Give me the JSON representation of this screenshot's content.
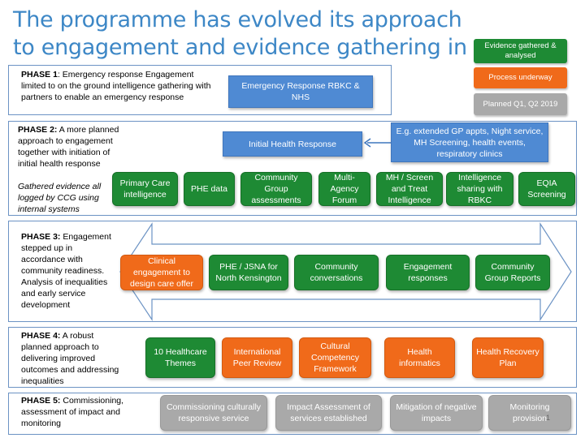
{
  "title": "The programme has evolved its approach to engagement and evidence gathering in a phased approach",
  "legend": {
    "gathered": "Evidence gathered & analysed",
    "underway": "Process underway",
    "planned": "Planned Q1, Q2 2019"
  },
  "colors": {
    "green": "#1e8a34",
    "orange": "#f06a1a",
    "blue": "#4f8ad3",
    "grey": "#a9a9a9",
    "title": "#3d87c6"
  },
  "phase1": {
    "label": "PHASE 1",
    "text": ": Emergency response Engagement limited to on the ground intelligence gathering with partners to enable an emergency response",
    "box": "Emergency Response RBKC & NHS"
  },
  "phase2": {
    "label": "PHASE 2:",
    "text": " A more planned approach to engagement together with initiation of initial health response",
    "note": "Gathered evidence all logged by CCG using internal systems",
    "initial": "Initial Health Response",
    "examples": "E.g. extended GP appts, Night service, MH Screening, health events, respiratory clinics",
    "items": [
      "Primary Care intelligence",
      "PHE data",
      "Community Group assessments",
      "Multi-Agency Forum",
      "MH / Screen and Treat Intelligence",
      "Intelligence sharing with RBKC",
      "EQIA Screening"
    ]
  },
  "phase3": {
    "label": "PHASE 3:",
    "text": " Engagement stepped up in accordance with community readiness. Analysis of inequalities and early service development",
    "items": [
      "Clinical engagement to design care offer",
      "PHE / JSNA for North Kensington",
      "Community conversations",
      "Engagement responses",
      "Community Group Reports"
    ]
  },
  "phase4": {
    "label": "PHASE 4:",
    "text": " A robust planned approach to delivering improved outcomes and addressing inequalities",
    "items": [
      "10 Healthcare Themes",
      "International Peer Review",
      "Cultural Competency Framework",
      "Health informatics",
      "Health Recovery Plan"
    ]
  },
  "phase5": {
    "label": "PHASE 5:",
    "text": " Commissioning, assessment of impact and monitoring",
    "items": [
      "Commissioning culturally responsive service",
      "Impact Assessment of services established",
      "Mitigation of negative impacts",
      "Monitoring provision"
    ]
  },
  "page_number": "1"
}
